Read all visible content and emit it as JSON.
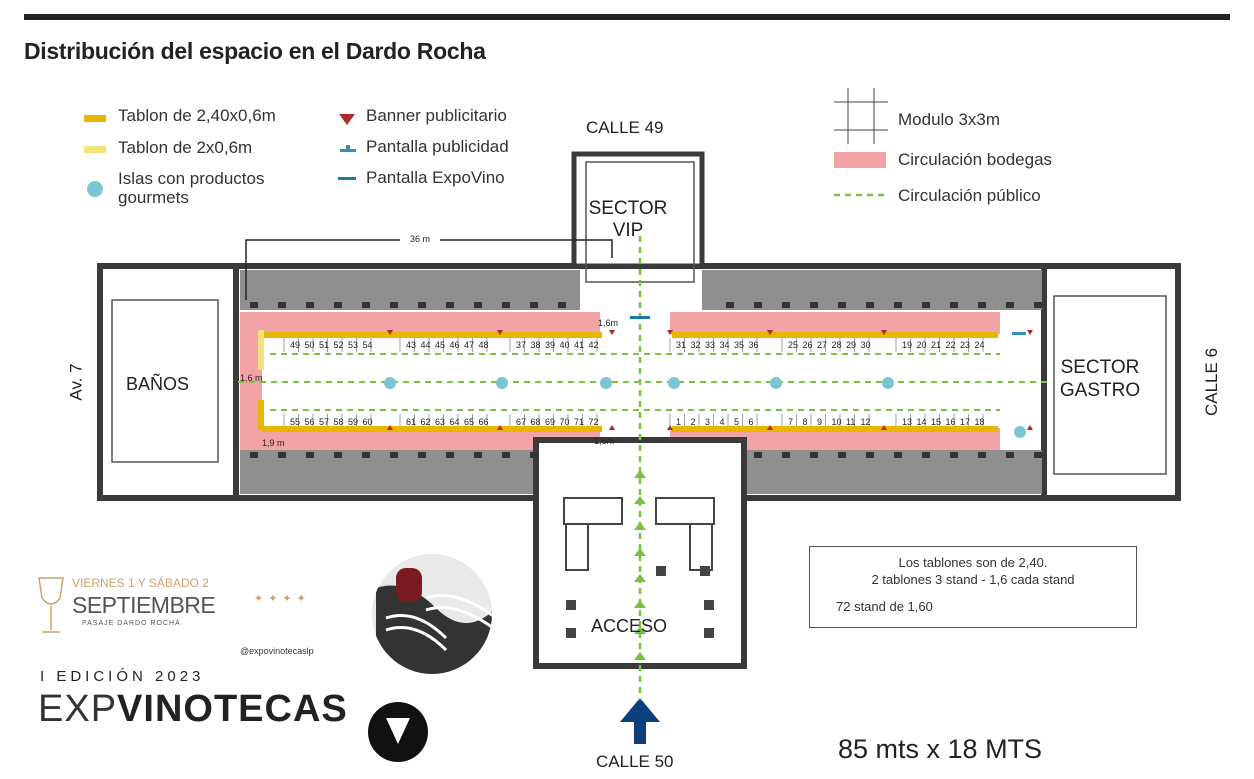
{
  "title": "Distribución del espacio en el Dardo Rocha",
  "legend_left": [
    {
      "label": "Tablon de 2,40x0,6m",
      "color": "#E8B500",
      "icon": "tablon-240-swatch"
    },
    {
      "label": "Tablon de 2x0,6m",
      "color": "#F4E27A",
      "icon": "tablon-200-swatch"
    },
    {
      "label": "Islas con productos",
      "label2": "gourmets",
      "color": "#7CC6D4",
      "icon": "island-dot"
    }
  ],
  "legend_mid": [
    {
      "label": "Banner publicitario",
      "color": "#B0282C",
      "icon": "banner-triangle-icon"
    },
    {
      "label": "Pantalla publicidad",
      "color": "#3A8FB0",
      "icon": "small-screen-icon"
    },
    {
      "label": "Pantalla ExpoVino",
      "color": "#1E7AA3",
      "icon": "screen-icon"
    }
  ],
  "legend_right": [
    {
      "label": "Modulo 3x3m",
      "icon": "grid-module-icon"
    },
    {
      "label": "Circulación bodegas",
      "color": "#F2A3A5",
      "icon": "pink-swatch"
    },
    {
      "label": "Circulación público",
      "color": "#7AC143",
      "icon": "dashed-green-line"
    }
  ],
  "streets": {
    "north": "CALLE 49",
    "south": "CALLE 50",
    "west": "Av. 7",
    "east": "CALLE 6"
  },
  "rooms": {
    "vip_1": "SECTOR",
    "vip_2": "VIP",
    "gastro_1": "SECTOR",
    "gastro_2": "GASTRO",
    "banos": "BAÑOS",
    "acceso": "ACCESO"
  },
  "dimensions": {
    "width_label": "36 m",
    "aisle_top": "1,6m",
    "aisle_bottom": "1,6m",
    "left_top": "1,6 m",
    "left_bottom": "1,9 m"
  },
  "stands_top": [
    "49",
    "50",
    "51",
    "52",
    "53",
    "54",
    "43",
    "44",
    "45",
    "46",
    "47",
    "48",
    "37",
    "38",
    "39",
    "40",
    "41",
    "42",
    "31",
    "32",
    "33",
    "34",
    "35",
    "36",
    "25",
    "26",
    "27",
    "28",
    "29",
    "30",
    "19",
    "20",
    "21",
    "22",
    "23",
    "24"
  ],
  "stands_bottom": [
    "55",
    "56",
    "57",
    "58",
    "59",
    "60",
    "61",
    "62",
    "63",
    "64",
    "65",
    "66",
    "67",
    "68",
    "69",
    "70",
    "71",
    "72",
    "1",
    "2",
    "3",
    "4",
    "5",
    "6",
    "7",
    "8",
    "9",
    "10",
    "11",
    "12",
    "13",
    "14",
    "15",
    "16",
    "17",
    "18"
  ],
  "notes": {
    "line1": "Los tablones son de 2,40.",
    "line2": "2 tablones 3 stand - 1,6 cada stand",
    "line3": "72 stand de 1,60"
  },
  "size_label": "85 mts x 18 MTS",
  "promo": {
    "date_line": "VIERNES 1 Y SÁBADO 2",
    "month": "SEPTIEMBRE",
    "place": "PASAJE DARDO ROCHA",
    "edition": "I EDICIÓN 2023",
    "brand_a": "EXP",
    "brand_b": "VINOTECAS",
    "social": "@expovinotecaslp"
  },
  "colors": {
    "wall": "#3a3a3a",
    "grey": "#8f8f8f",
    "pink": "#F2A3A5",
    "yellow": "#E8B500",
    "green": "#7AC143",
    "teal": "#7CC6D4",
    "navy": "#0d3f7a"
  }
}
